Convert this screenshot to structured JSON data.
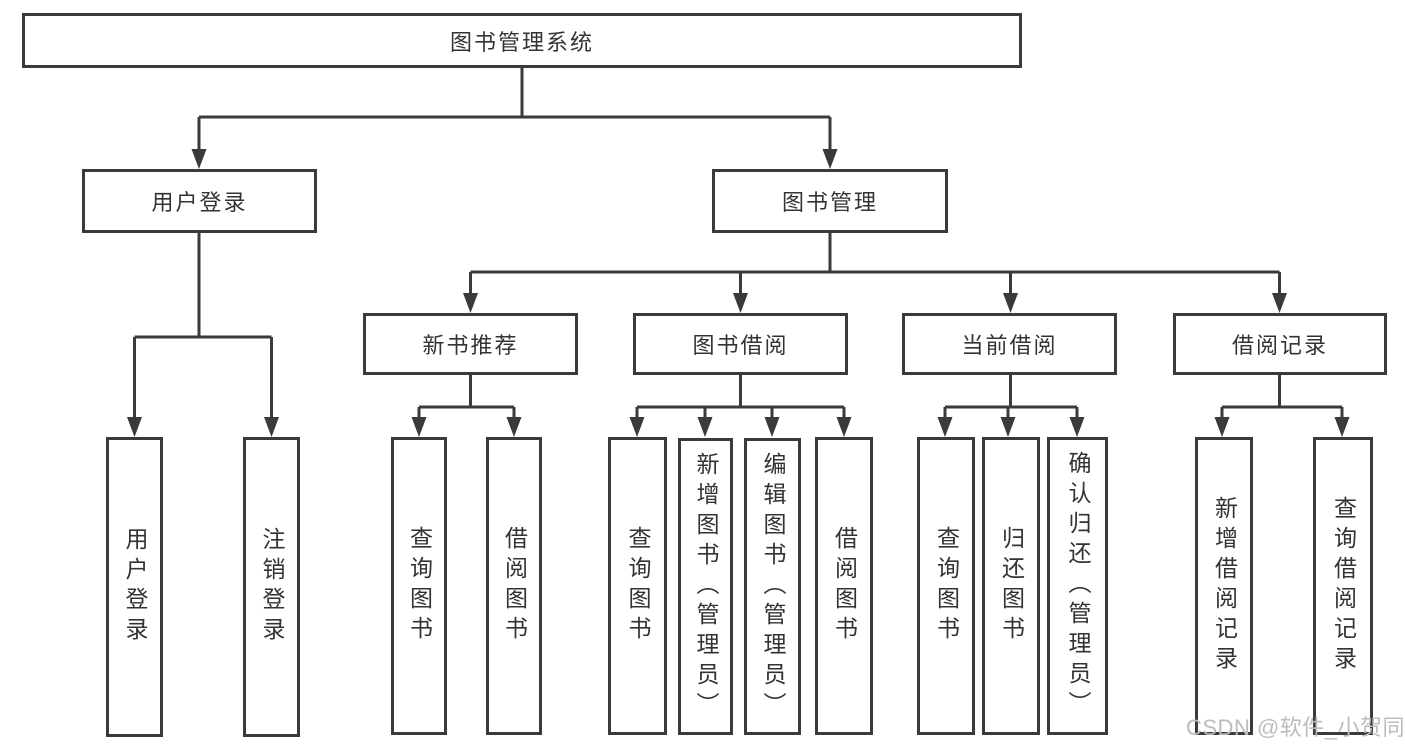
{
  "diagram": {
    "root": {
      "label": "图书管理系统"
    },
    "branches": [
      {
        "label": "用户登录",
        "children": [
          {
            "label": "用户登录"
          },
          {
            "label": "注销登录"
          }
        ]
      },
      {
        "label": "图书管理",
        "children": [
          {
            "label": "新书推荐",
            "children": [
              {
                "label": "查询图书"
              },
              {
                "label": "借阅图书"
              }
            ]
          },
          {
            "label": "图书借阅",
            "children": [
              {
                "label": "查询图书"
              },
              {
                "label": "新增图书（管理员）"
              },
              {
                "label": "编辑图书（管理员）"
              },
              {
                "label": "借阅图书"
              }
            ]
          },
          {
            "label": "当前借阅",
            "children": [
              {
                "label": "查询图书"
              },
              {
                "label": "归还图书"
              },
              {
                "label": "确认归还（管理员）"
              }
            ]
          },
          {
            "label": "借阅记录",
            "children": [
              {
                "label": "新增借阅记录"
              },
              {
                "label": "查询借阅记录"
              }
            ]
          }
        ]
      }
    ]
  },
  "watermark": {
    "text": "CSDN @软件_小贺同学"
  },
  "colors": {
    "line": "#3a3a3a",
    "text": "#333333",
    "watermark": "#bcbcbc",
    "bg": "#ffffff"
  }
}
